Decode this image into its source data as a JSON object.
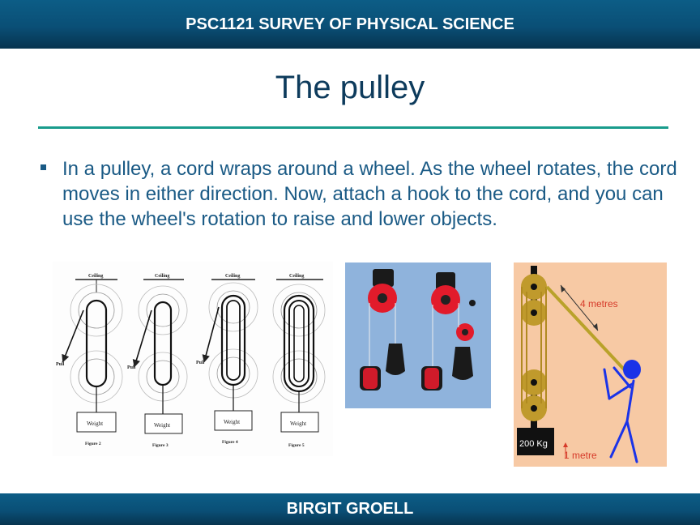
{
  "header": {
    "course_title": "PSC1121 SURVEY OF PHYSICAL SCIENCE"
  },
  "slide": {
    "title": "The pulley",
    "bullets": [
      "In a pulley, a cord wraps around a wheel. As the wheel rotates, the cord moves in either direction. Now, attach a hook to the cord, and you can use the wheel's rotation to raise and lower objects."
    ]
  },
  "figure_diagrams": {
    "panels": [
      {
        "ceiling": "Ceiling",
        "pull": "Pull",
        "weight": "Weight",
        "caption": "Figure 2"
      },
      {
        "ceiling": "Ceiling",
        "pull": "Pull",
        "weight": "Weight",
        "caption": "Figure 3"
      },
      {
        "ceiling": "Ceiling",
        "pull": "Pull",
        "weight": "Weight",
        "caption": "Figure 4"
      },
      {
        "ceiling": "Ceiling",
        "pull": "",
        "weight": "Weight",
        "caption": "Figure 5"
      }
    ]
  },
  "figure_block_tackle": {
    "rope_label": "4 metres",
    "mass_label": "200 Kg",
    "lift_label": "1 metre"
  },
  "footer": {
    "author": "BIRGIT GROELL"
  },
  "colors": {
    "header_blue": "#0a4f76",
    "accent_teal": "#199c8c",
    "text_blue": "#1a5a85",
    "title_blue": "#0d3b5c"
  }
}
